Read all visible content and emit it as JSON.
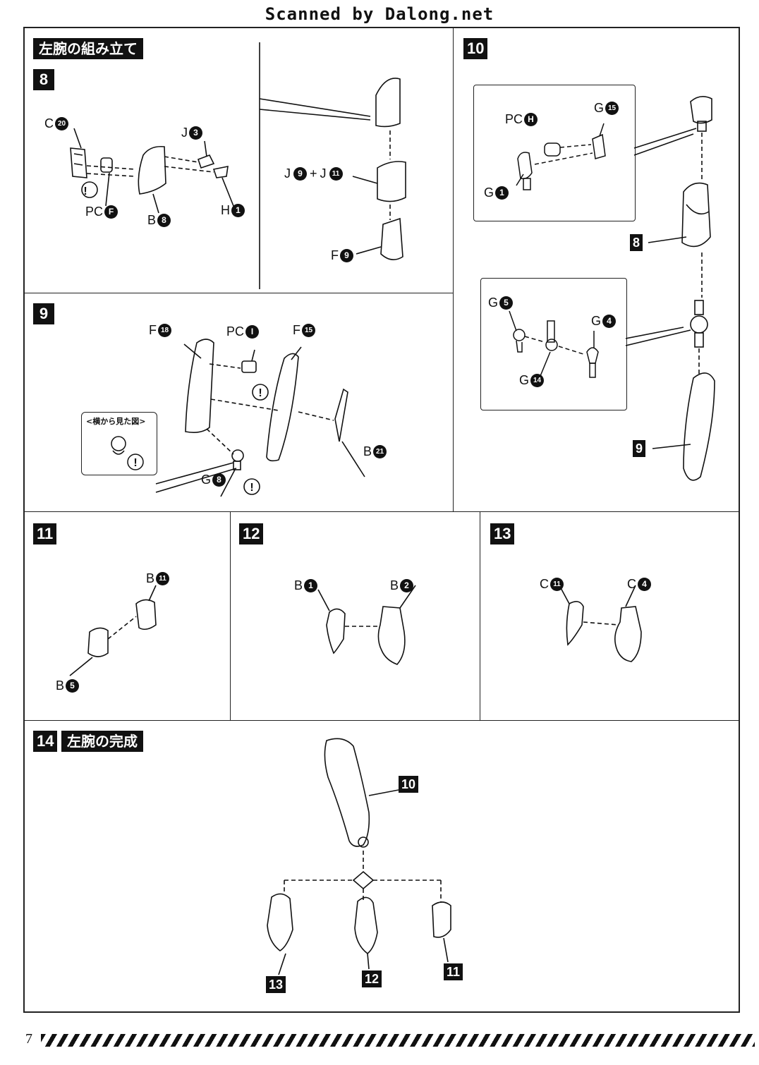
{
  "header": "Scanned by Dalong.net",
  "section_title": "左腕の組み立て",
  "final_title": "左腕の完成",
  "side_view_caption": "<横から見た図>",
  "page_number": "7",
  "steps": {
    "s8": "8",
    "s9": "9",
    "s10": "10",
    "s11": "11",
    "s12": "12",
    "s13": "13",
    "s14": "14"
  },
  "parts": {
    "s8": {
      "c20": {
        "letter": "C",
        "num": "20"
      },
      "j3": {
        "letter": "J",
        "num": "3"
      },
      "pcf": {
        "letter": "PC",
        "num": "F"
      },
      "b8": {
        "letter": "B",
        "num": "8"
      },
      "h1": {
        "letter": "H",
        "num": "1"
      },
      "j9": {
        "letter": "J",
        "num": "9"
      },
      "plus": "+",
      "j11": {
        "letter": "J",
        "num": "11"
      },
      "f9": {
        "letter": "F",
        "num": "9"
      }
    },
    "s9": {
      "f18": {
        "letter": "F",
        "num": "18"
      },
      "pci": {
        "letter": "PC",
        "num": "I"
      },
      "f15": {
        "letter": "F",
        "num": "15"
      },
      "b21": {
        "letter": "B",
        "num": "21"
      },
      "g8": {
        "letter": "G",
        "num": "8"
      }
    },
    "s10": {
      "pch": {
        "letter": "PC",
        "num": "H"
      },
      "g15": {
        "letter": "G",
        "num": "15"
      },
      "g1": {
        "letter": "G",
        "num": "1"
      },
      "g5": {
        "letter": "G",
        "num": "5"
      },
      "g4": {
        "letter": "G",
        "num": "4"
      },
      "g14": {
        "letter": "G",
        "num": "14"
      },
      "ref8": "8",
      "ref9": "9"
    },
    "s11": {
      "b11": {
        "letter": "B",
        "num": "11"
      },
      "b5": {
        "letter": "B",
        "num": "5"
      }
    },
    "s12": {
      "b1": {
        "letter": "B",
        "num": "1"
      },
      "b2": {
        "letter": "B",
        "num": "2"
      }
    },
    "s13": {
      "c11": {
        "letter": "C",
        "num": "11"
      },
      "c4": {
        "letter": "C",
        "num": "4"
      }
    },
    "s14": {
      "ref10": "10",
      "ref13": "13",
      "ref12": "12",
      "ref11": "11"
    }
  }
}
